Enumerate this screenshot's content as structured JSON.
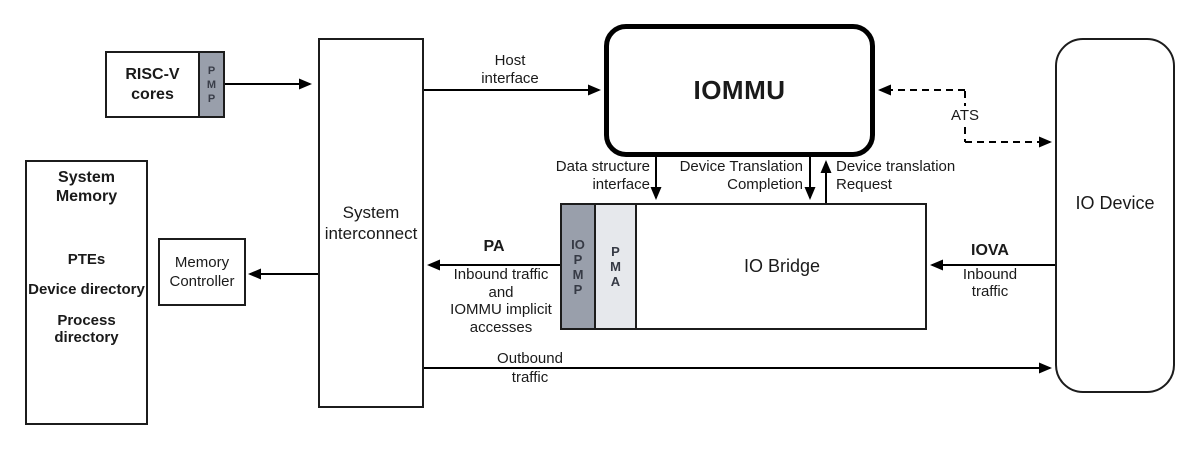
{
  "colors": {
    "strip_dark": "#999fab",
    "strip_light": "#e6e8ec",
    "line": "#000000",
    "border": "#1c1c1c"
  },
  "nodes": {
    "riscv_cores": {
      "label": "RISC-V\ncores"
    },
    "pmp": {
      "label": "P\nM\nP"
    },
    "system_memory": {
      "title": "System\nMemory",
      "items": [
        "PTEs",
        "Device directory",
        "Process directory"
      ]
    },
    "memory_controller": {
      "label": "Memory\nController"
    },
    "system_interconnect": {
      "label": "System\ninterconnect"
    },
    "iommu": {
      "label": "IOMMU"
    },
    "io_bridge": {
      "label": "IO Bridge",
      "iopmp": "IO\nP\nM\nP",
      "pma": "P\nM\nA"
    },
    "io_device": {
      "label": "IO Device"
    }
  },
  "edges": {
    "host_interface": {
      "label": "Host\ninterface"
    },
    "data_structure_interface": {
      "label": "Data structure\ninterface"
    },
    "device_translation_completion": {
      "label": "Device Translation\nCompletion"
    },
    "device_translation_request": {
      "label": "Device translation\nRequest"
    },
    "ats": {
      "label": "ATS"
    },
    "pa": {
      "label": "PA",
      "desc": "Inbound traffic\nand\nIOMMU implicit\naccesses"
    },
    "iova": {
      "label": "IOVA",
      "desc": "Inbound\ntraffic"
    },
    "outbound": {
      "label": "Outbound\ntraffic"
    }
  }
}
